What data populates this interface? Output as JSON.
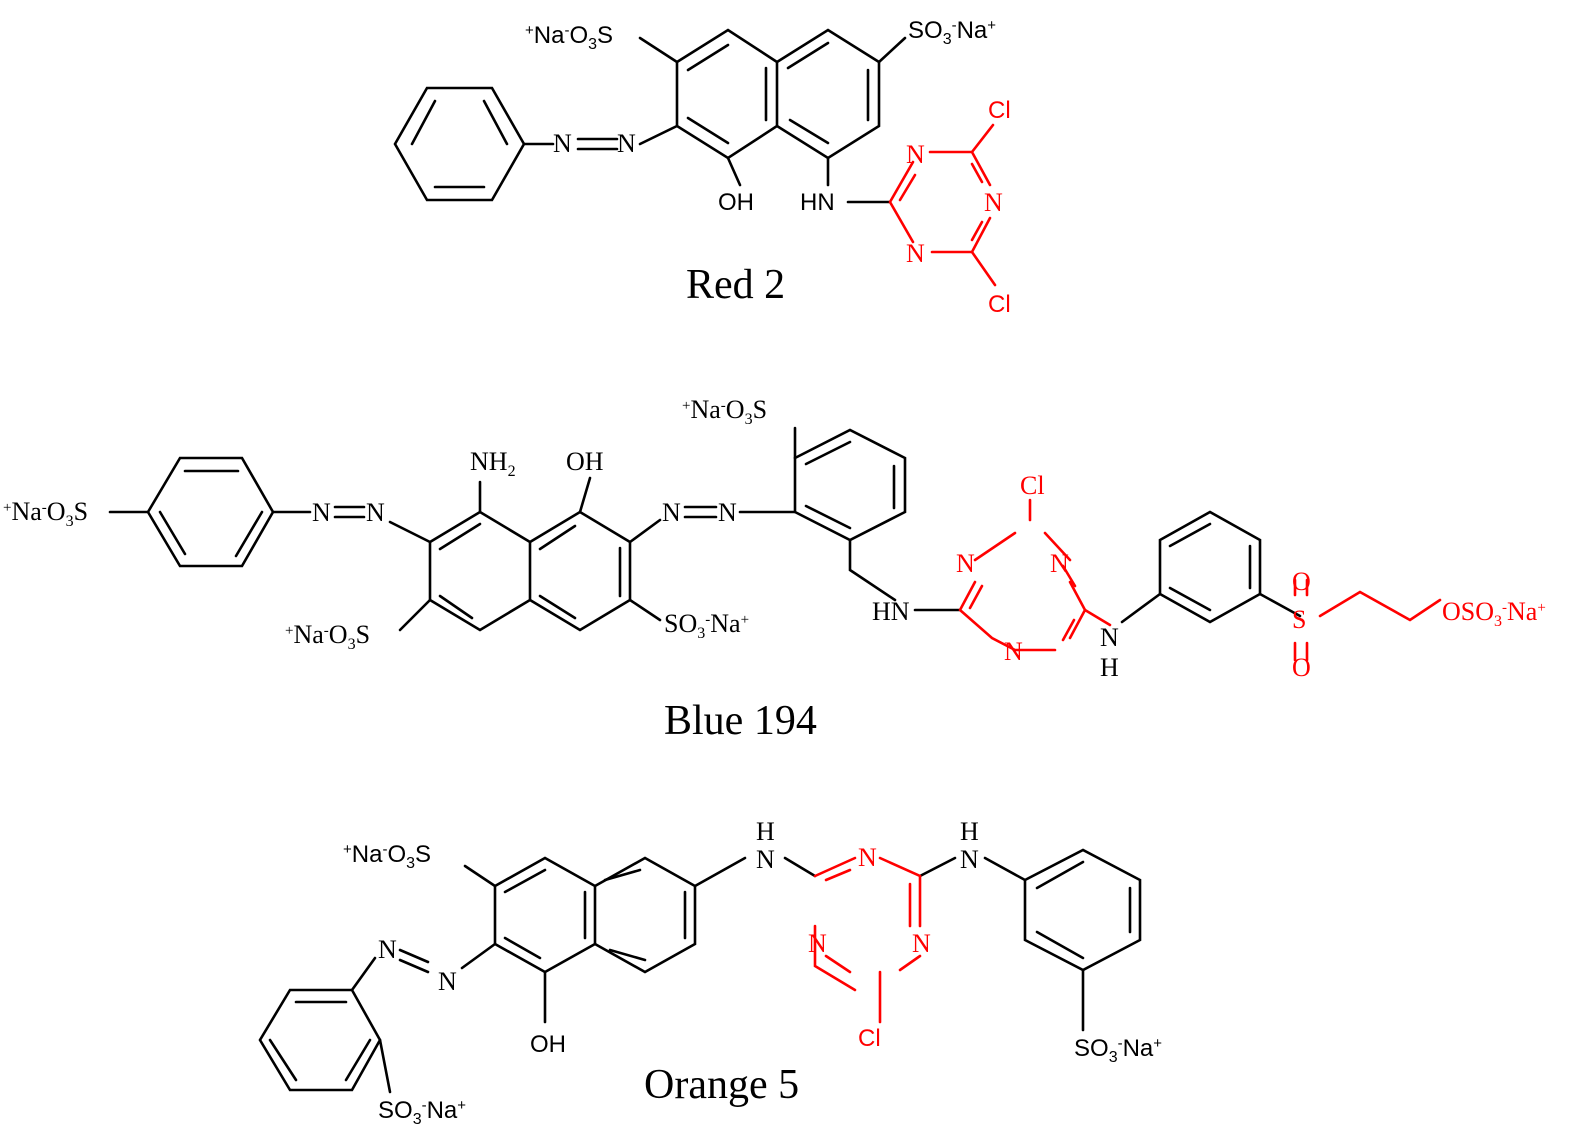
{
  "colors": {
    "ink": "#000000",
    "reactive_group": "#ff0000",
    "background": "#ffffff"
  },
  "molecules": [
    {
      "name": "Red 2",
      "labels": {
        "so3_left": [
          "+",
          "Na",
          "-",
          "O",
          "3",
          "S"
        ],
        "so3_right": [
          "SO",
          "3",
          "-",
          "Na",
          "+"
        ],
        "azo_n1": "N",
        "azo_n2": "N",
        "oh": "OH",
        "nh": "HN",
        "tri_n1": "N",
        "tri_n2": "N",
        "tri_n3": "N",
        "cl1": "Cl",
        "cl2": "Cl"
      }
    },
    {
      "name": "Blue 194",
      "labels": {
        "so3_far_left": [
          "+",
          "Na",
          "-",
          "O",
          "3",
          "S"
        ],
        "azo1_n1": "N",
        "azo1_n2": "N",
        "nh2": [
          "NH",
          "2"
        ],
        "oh": "OH",
        "azo2_n1": "N",
        "azo2_n2": "N",
        "so3_top": [
          "+",
          "Na",
          "-",
          "O",
          "3",
          "S"
        ],
        "so3_bottom_left": [
          "+",
          "Na",
          "-",
          "O",
          "3",
          "S"
        ],
        "so3_bottom_right": [
          "SO",
          "3",
          "-",
          "Na",
          "+"
        ],
        "nh_left": "HN",
        "cl": "Cl",
        "tri_n1": "N",
        "tri_n2": "N",
        "tri_n3": "N",
        "nh_right_n": "N",
        "nh_right_h": "H",
        "sulfonyl_s": "S",
        "sulfonyl_o1": "O",
        "sulfonyl_o2": "O",
        "oso3": [
          "OSO",
          "3",
          "-",
          "Na",
          "+"
        ]
      }
    },
    {
      "name": "Orange 5",
      "labels": {
        "so3_top_left": [
          "+",
          "Na",
          "-",
          "O",
          "3",
          "S"
        ],
        "nh_left_h": "H",
        "nh_left_n": "N",
        "tri_n1": "N",
        "tri_n2": "N",
        "tri_n3": "N",
        "nh_right_h": "H",
        "nh_right_n": "N",
        "azo_n1": "N",
        "azo_n2": "N",
        "oh": "OH",
        "cl": "Cl",
        "so3_right": [
          "SO",
          "3",
          "-",
          "Na",
          "+"
        ],
        "so3_bottom": [
          "SO",
          "3",
          "-",
          "Na",
          "+"
        ]
      }
    }
  ]
}
